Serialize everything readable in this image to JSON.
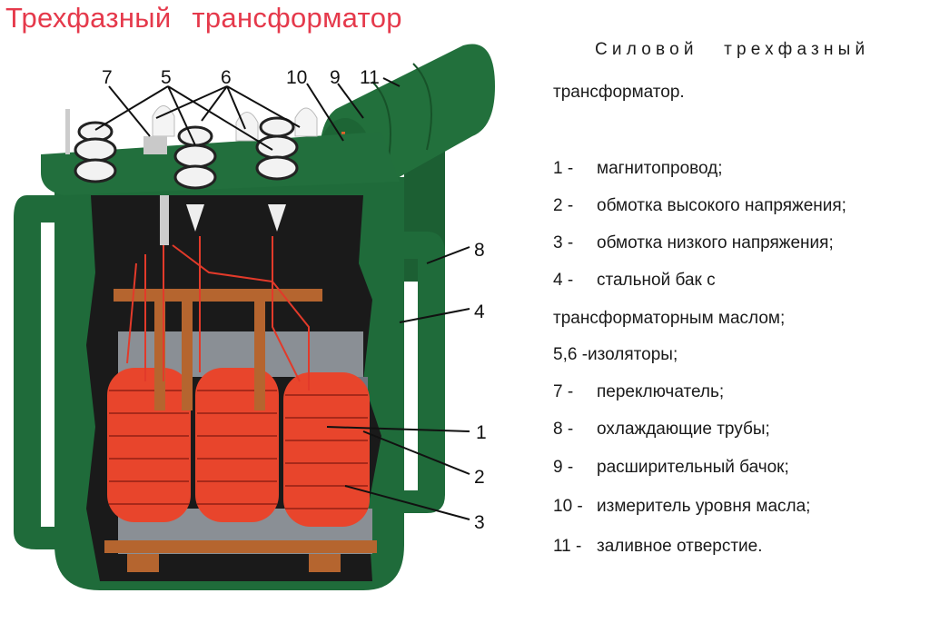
{
  "title": "Трехфазный трансформатор",
  "legend": {
    "heading_line1": "Силовой трехфазный",
    "heading_line2": "трансформатор.",
    "items": [
      {
        "num": "1 -",
        "text": "магнитопровод;"
      },
      {
        "num": "2 -",
        "text": "обмотка высокого напряжения;"
      },
      {
        "num": "3 -",
        "text": "обмотка низкого напряжения;"
      },
      {
        "num": "4 -",
        "text": "стальной бак с"
      },
      {
        "num": "",
        "text": "трансформаторным маслом;"
      },
      {
        "num": "5,6 -",
        "text": "изоляторы;"
      },
      {
        "num": "7 -",
        "text": "переключатель;"
      },
      {
        "num": "8 -",
        "text": "охлаждающие трубы;"
      },
      {
        "num": "9 -",
        "text": "расширительный бачок;"
      },
      {
        "num": "10 -",
        "text": "измеритель уровня масла;"
      },
      {
        "num": "11 -",
        "text": "заливное отверстие."
      }
    ]
  },
  "callouts": {
    "c7": "7",
    "c5": "5",
    "c6": "6",
    "c10": "10",
    "c9": "9",
    "c11": "11",
    "c8": "8",
    "c4": "4",
    "c1": "1",
    "c2": "2",
    "c3": "3"
  },
  "colors": {
    "title": "#e5394b",
    "tank": "#1f6b3a",
    "coil": "#e8452c",
    "core": "#8a8f95",
    "frame": "#b5652f"
  }
}
